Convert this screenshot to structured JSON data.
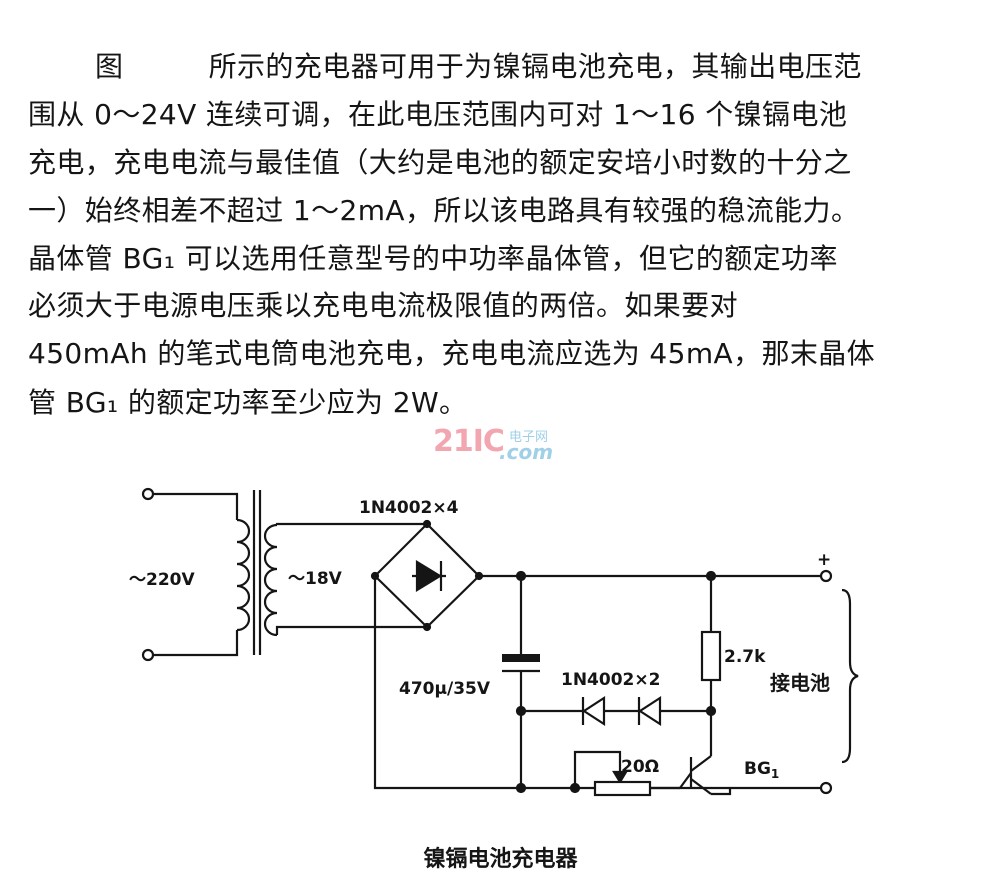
{
  "article": {
    "lines": [
      "图　　　所示的充电器可用于为镍镉电池充电，其输出电压范",
      "围从 0～24V 连续可调，在此电压范围内可对 1～16 个镍镉电池",
      "充电，充电电流与最佳值（大约是电池的额定安培小时数的十分之",
      "一）始终相差不超过 1～2mA，所以该电路具有较强的稳流能力。",
      "晶体管 BG₁ 可以选用任意型号的中功率晶体管，但它的额定功率",
      "必须大于电源电压乘以充电电流极限值的两倍。如果要对",
      "450mAh 的笔式电筒电池充电，充电电流应选为 45mA，那末晶体",
      "管 BG₁ 的额定功率至少应为 2W。"
    ]
  },
  "watermark": {
    "num": "21IC",
    "cn": "电子网",
    "com": ".com"
  },
  "circuit": {
    "labels": {
      "mains": "～220V",
      "secondary": "～18V",
      "bridge": "1N4002×4",
      "capacitor": "470μ/35V",
      "diodes": "1N4002×2",
      "resistor": "2.7k",
      "pot": "20Ω",
      "transistor_base": "BG",
      "transistor_sub": "1",
      "plus": "+",
      "battery": "接电池"
    }
  },
  "caption": "镍镉电池充电器"
}
